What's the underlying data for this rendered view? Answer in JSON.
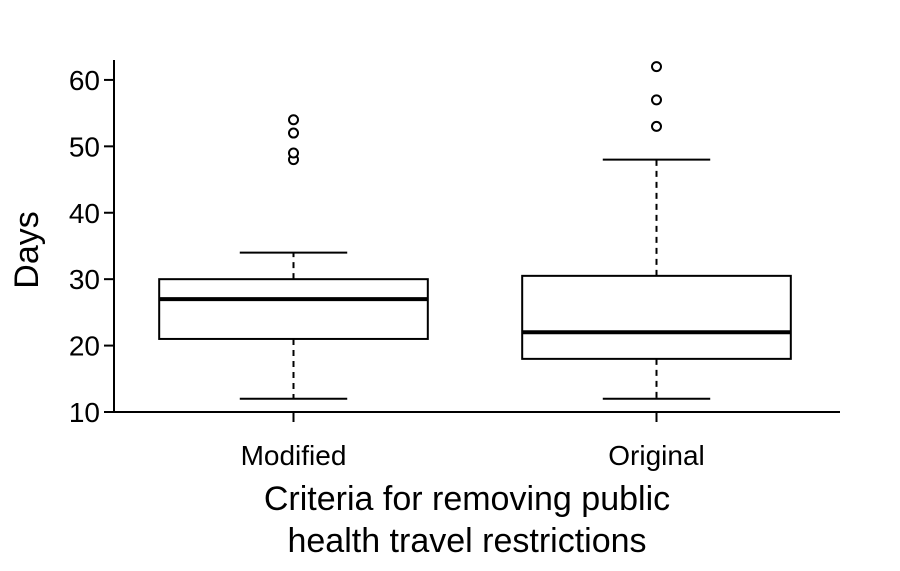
{
  "chart_data": {
    "type": "boxplot",
    "title": "",
    "xlabel": [
      "Criteria for removing public",
      "health travel restrictions"
    ],
    "ylabel": "Days",
    "ylim": [
      10,
      63
    ],
    "yticks": [
      10,
      20,
      30,
      40,
      50,
      60
    ],
    "ytick_labels": [
      "10",
      "20",
      "30",
      "40",
      "50",
      "60"
    ],
    "grid": false,
    "categories": [
      "Modified",
      "Original"
    ],
    "boxes": [
      {
        "category": "Modified",
        "whisker_low": 12,
        "q1": 21,
        "median": 27,
        "q3": 30,
        "whisker_high": 34,
        "outliers": [
          48,
          49,
          52,
          54
        ]
      },
      {
        "category": "Original",
        "whisker_low": 12,
        "q1": 18,
        "median": 22,
        "q3": 30.5,
        "whisker_high": 48,
        "outliers": [
          53,
          57,
          62
        ]
      }
    ]
  }
}
